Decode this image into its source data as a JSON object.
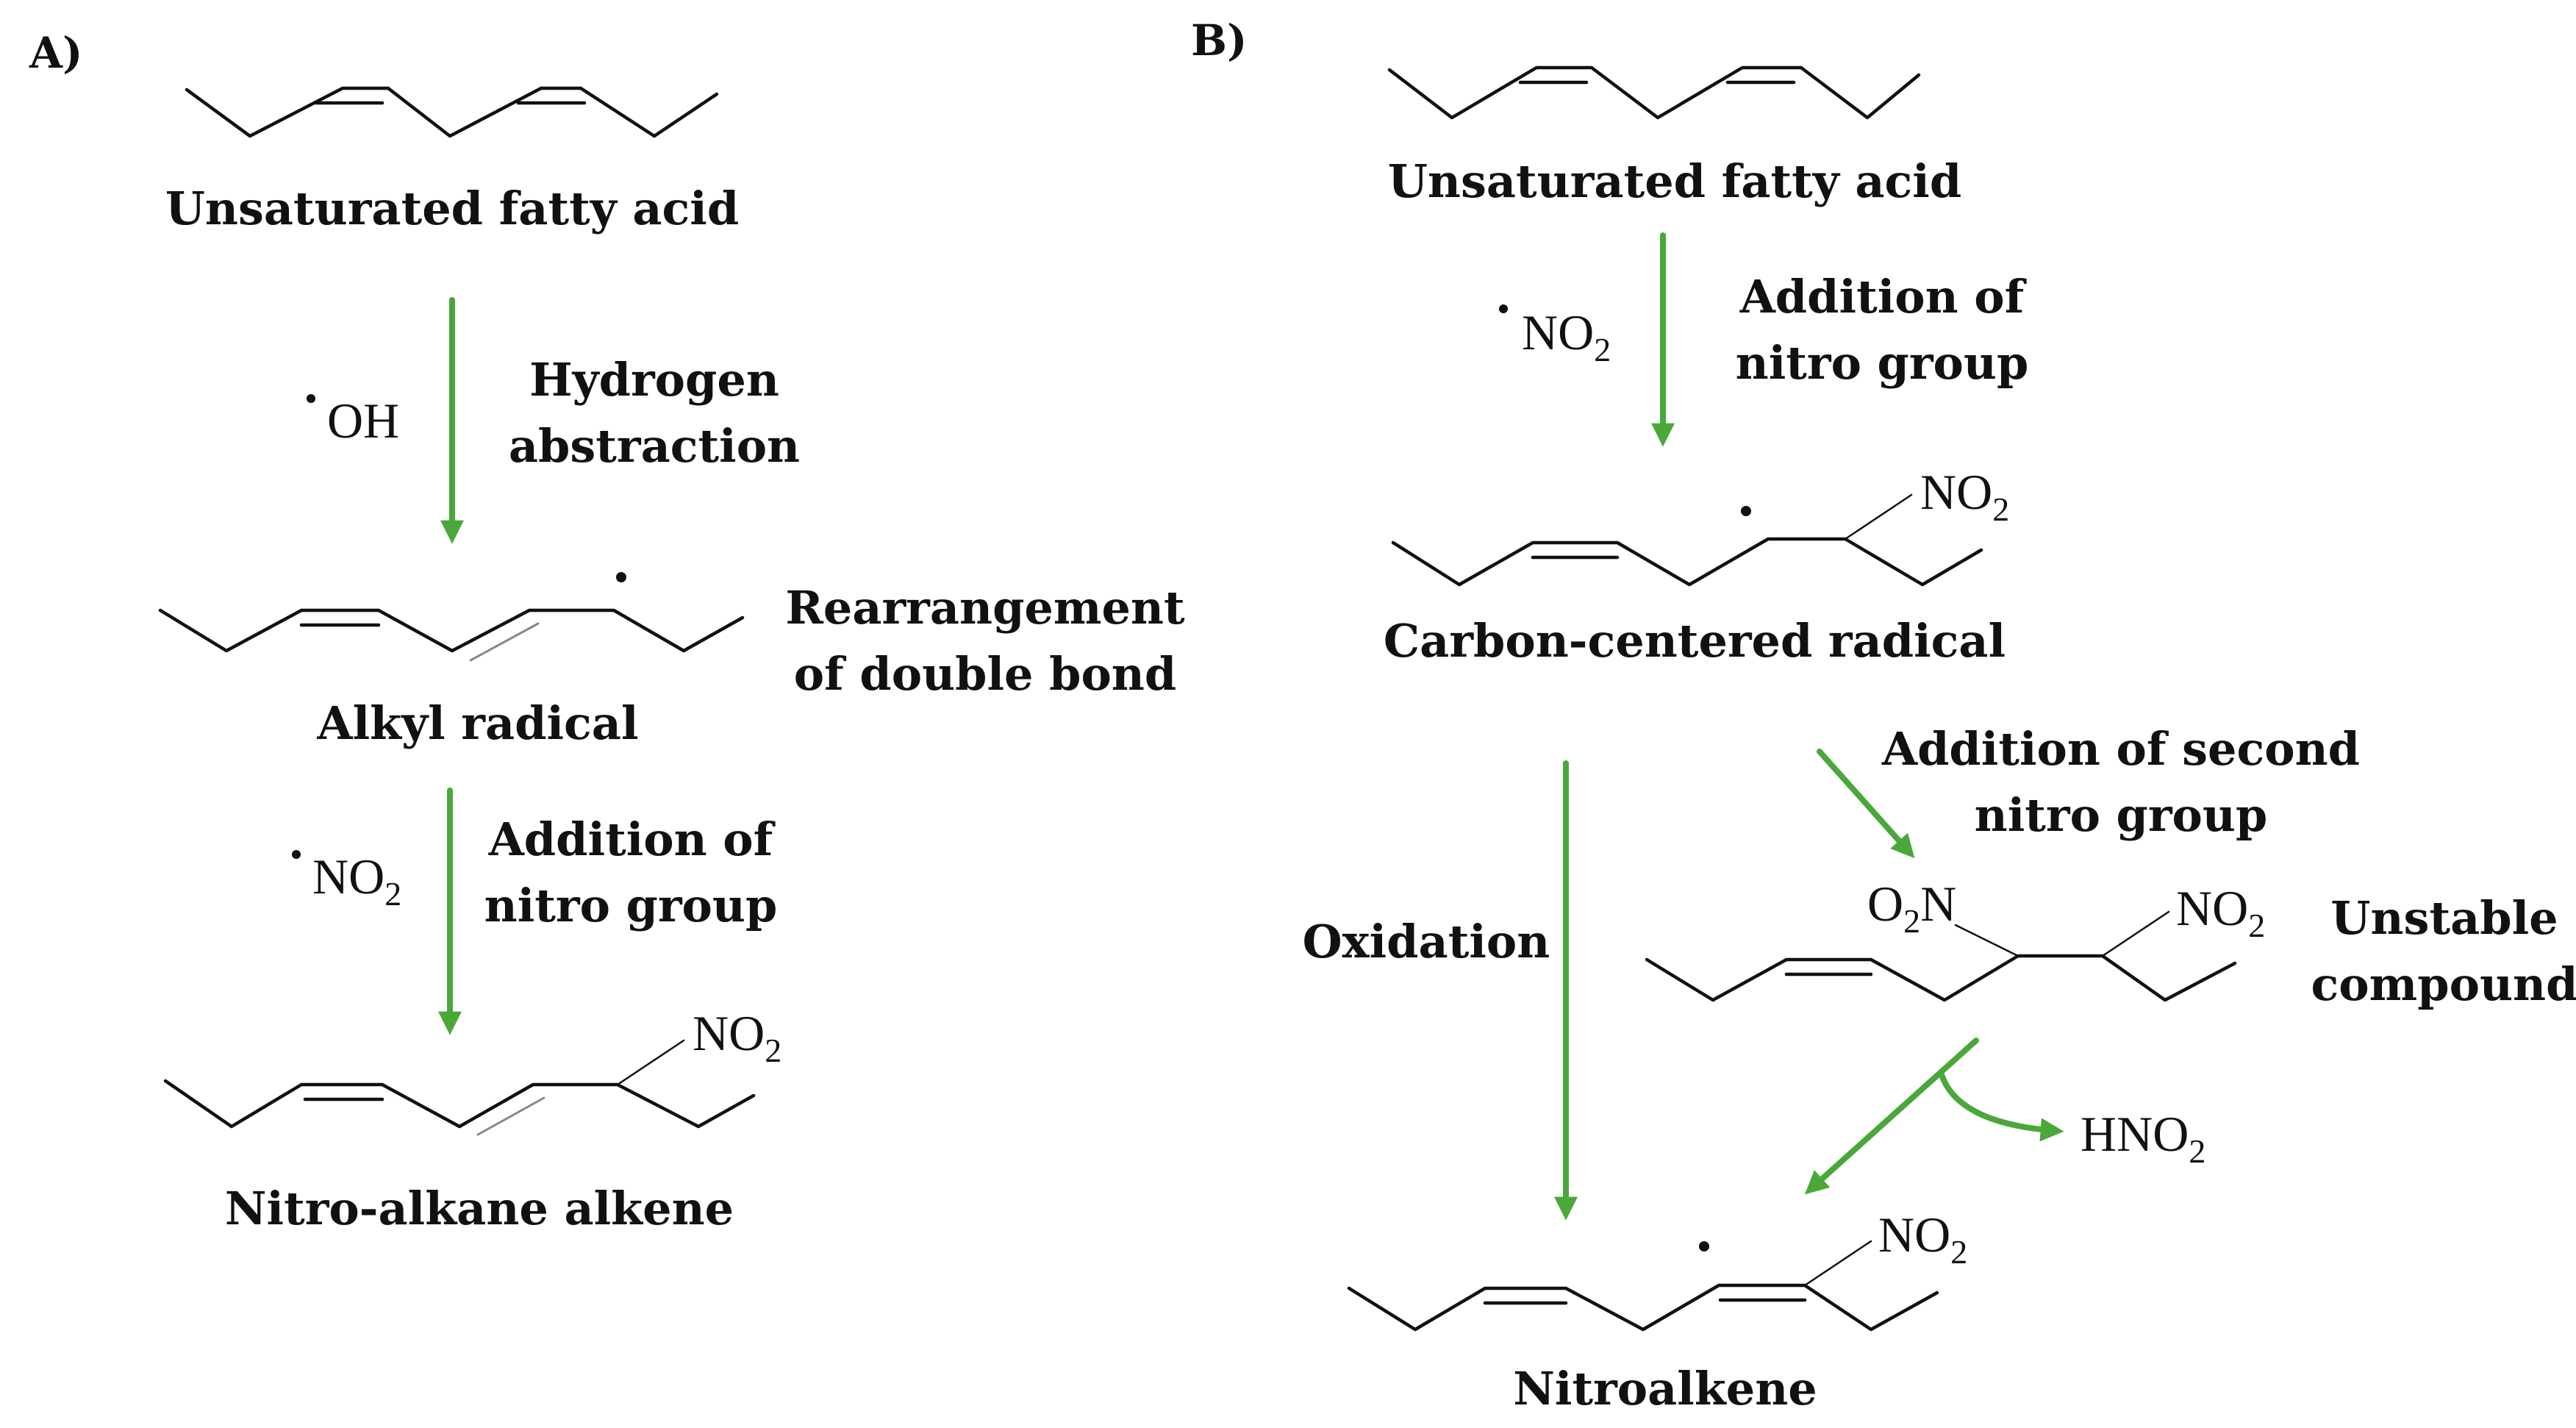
{
  "panels": {
    "a_label": "A)",
    "b_label": "B)"
  },
  "colors": {
    "arrow": "#4aa83a",
    "text": "#111111"
  },
  "panel_a": {
    "molecule_1_label": "Unsaturated fatty acid",
    "step_1_reagent": "OH",
    "step_1_line1": "Hydrogen",
    "step_1_line2": "abstraction",
    "molecule_2_label": "Alkyl radical",
    "side_note_line1": "Rearrangement",
    "side_note_line2": "of double bond",
    "step_2_reagent_main": "NO",
    "step_2_reagent_sub": "2",
    "step_2_line1": "Addition of",
    "step_2_line2": "nitro group",
    "substituent_main": "NO",
    "substituent_sub": "2",
    "molecule_3_label": "Nitro-alkane alkene"
  },
  "panel_b": {
    "molecule_1_label": "Unsaturated fatty acid",
    "step_1_reagent_main": "NO",
    "step_1_reagent_sub": "2",
    "step_1_line1": "Addition of",
    "step_1_line2": "nitro group",
    "substituent_main": "NO",
    "substituent_sub": "2",
    "molecule_2_label": "Carbon-centered radical",
    "step_2_line1": "Addition of second",
    "step_2_line2": "nitro group",
    "oxidation_label": "Oxidation",
    "unstable_o2n_o": "O",
    "unstable_o2n_sub": "2",
    "unstable_o2n_n": "N",
    "unstable_no2_main": "NO",
    "unstable_no2_sub": "2",
    "unstable_line1": "Unstable",
    "unstable_line2": "compound",
    "byproduct_main": "HNO",
    "byproduct_sub": "2",
    "final_no2_main": "NO",
    "final_no2_sub": "2",
    "molecule_3_label": "Nitroalkene"
  }
}
